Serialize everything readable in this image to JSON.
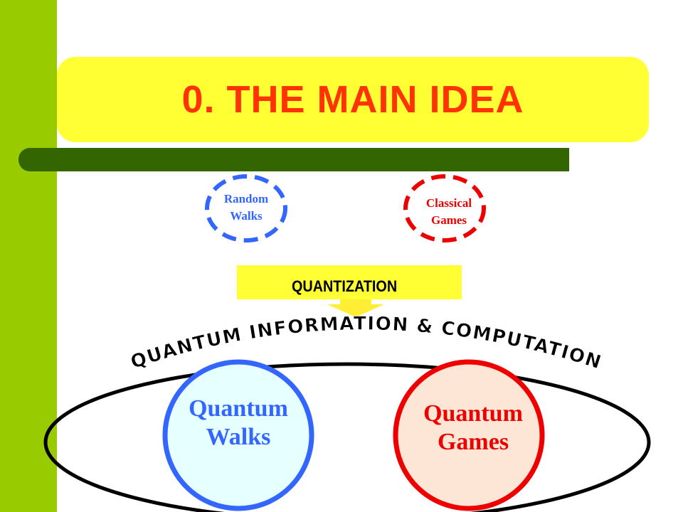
{
  "slide": {
    "title": "0. THE MAIN IDEA",
    "random_walks": {
      "line1": "Random",
      "line2": "Walks"
    },
    "classical_games": {
      "line1": "Classical",
      "line2": "Games"
    },
    "quantization": "QUANTIZATION",
    "arc_title": "QUANTUM INFORMATION & COMPUTATION",
    "quantum_walks": {
      "line1": "Quantum",
      "line2": "Walks"
    },
    "quantum_games": {
      "line1": "Quantum",
      "line2": "Games"
    }
  },
  "colors": {
    "side_green": "#99cc00",
    "bar_dark_green": "#336600",
    "title_yellow": "#ffff33",
    "title_red": "#ff3300",
    "blue": "#3366ff",
    "red": "#ee0000",
    "light_cyan": "#e6ffff",
    "light_peach": "#fde6d6",
    "arrow_yellow": "#ffee33"
  }
}
